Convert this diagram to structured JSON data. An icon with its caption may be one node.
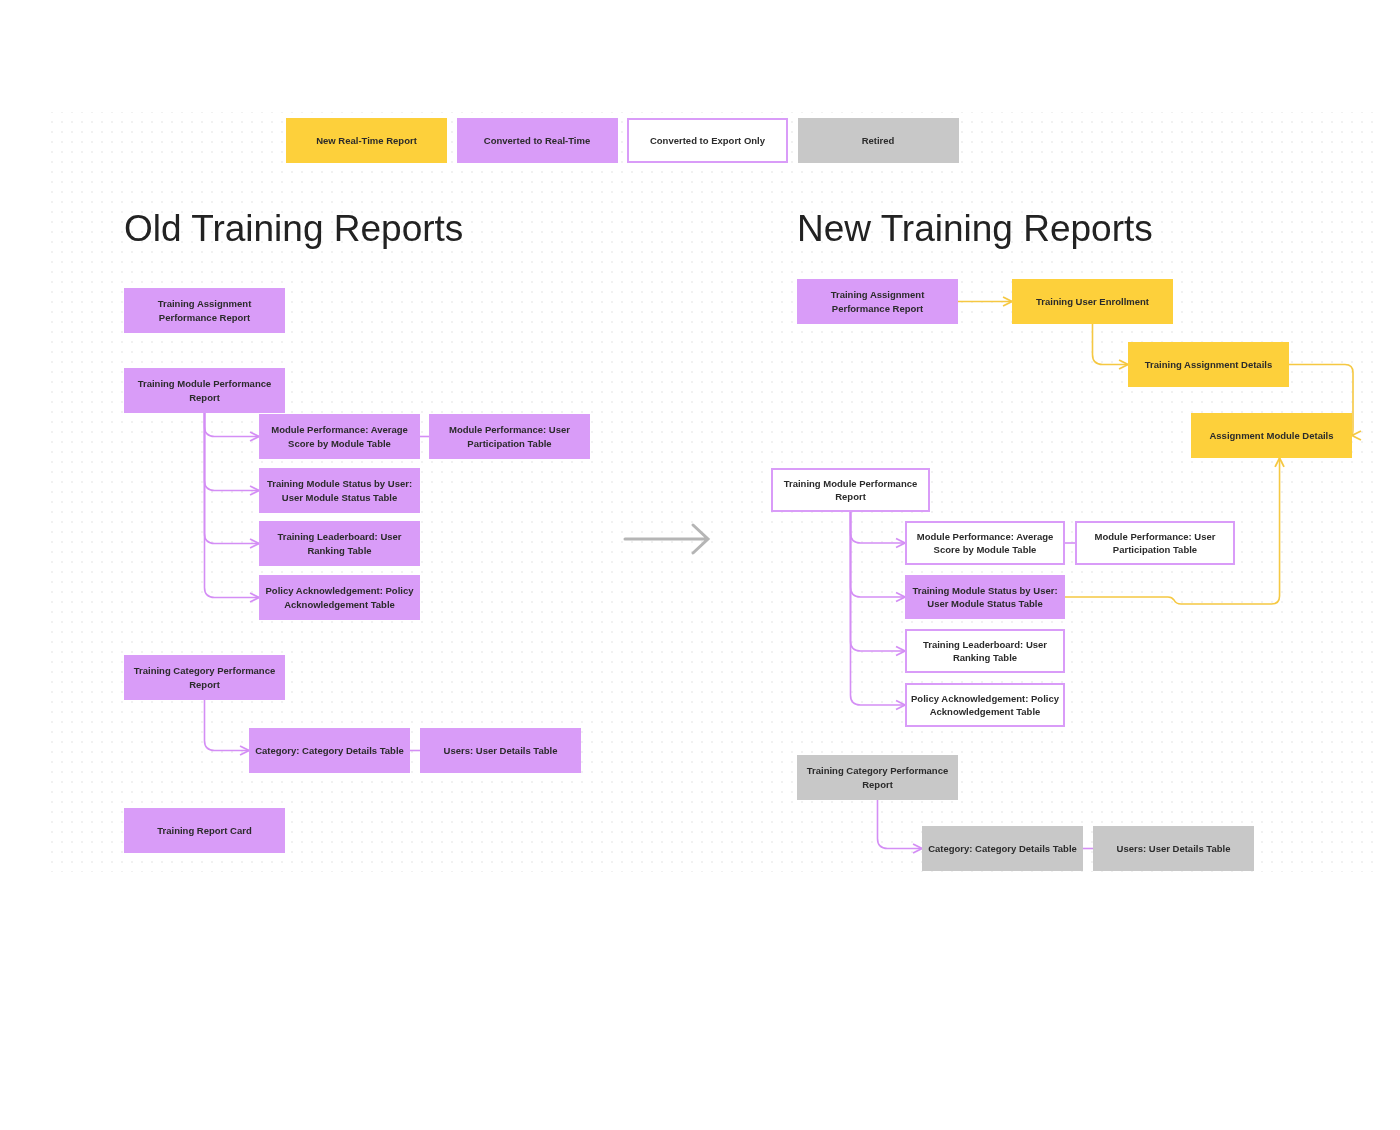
{
  "diagram": {
    "nodes": [
      {
        "text": [
          "Training Assignment Performance Report"
        ]
      },
      {
        "text": [
          "Training Module Performance Report"
        ]
      },
      {
        "text": [
          "Module Performance: Average Score by Module Table"
        ]
      },
      {
        "text": [
          "Module Performance: User Participation Table"
        ]
      },
      {
        "text": [
          "Training Module Status by User: User Module Status Table"
        ]
      },
      {
        "text": [
          "Training Leaderboard: User Ranking Table"
        ]
      },
      {
        "text": [
          "Policy Acknowledgement: Policy Acknowledgement Table"
        ]
      },
      {
        "text": [
          "Training Category Performance Report"
        ]
      },
      {
        "text": [
          "Category: Category Details Table"
        ]
      },
      {
        "text": [
          "Users: User Details Table"
        ]
      },
      {
        "text": [
          "Training Report Card"
        ]
      },
      {
        "text": [
          "Training Assignment Performance Report"
        ]
      },
      {
        "text": [
          "Training User Enrollment"
        ]
      },
      {
        "text": [
          "Training Assignment Details"
        ]
      },
      {
        "text": [
          "Assignment Module Details"
        ]
      },
      {
        "text": [
          "Training Module Performance Report"
        ]
      },
      {
        "text": [
          "Module Performance: Average Score by Module Table"
        ]
      },
      {
        "text": [
          "Module Performance: User Participation Table"
        ]
      },
      {
        "text": [
          "Training Module Status by User: User Module Status Table"
        ]
      },
      {
        "text": [
          "Training Leaderboard: User Ranking Table"
        ]
      },
      {
        "text": [
          "Policy Acknowledgement: Policy Acknowledgement Table"
        ]
      },
      {
        "text": [
          "Training Category Performance Report"
        ]
      },
      {
        "text": [
          "Category: Category Details Table"
        ]
      },
      {
        "text": [
          "Users: User Details Table"
        ]
      }
    ],
    "edges": [
      {
        "from": 1,
        "to": 2,
        "arrow": "to"
      },
      {
        "from": 1,
        "to": 4,
        "arrow": "to"
      },
      {
        "from": 1,
        "to": 5,
        "arrow": "to"
      },
      {
        "from": 1,
        "to": 6,
        "arrow": "to"
      },
      {
        "from": 2,
        "to": 3,
        "arrow": "none"
      },
      {
        "from": 7,
        "to": 8,
        "arrow": "to"
      },
      {
        "from": 8,
        "to": 9,
        "arrow": "none"
      },
      {
        "from": 11,
        "to": 12,
        "arrow": "to",
        "color": "#f5c842"
      },
      {
        "from": 12,
        "to": 13,
        "arrow": "to",
        "color": "#f5c842"
      },
      {
        "from": 13,
        "to": 14,
        "arrow": "to",
        "color": "#f5c842"
      },
      {
        "from": 18,
        "to": 14,
        "arrow": "to",
        "color": "#f5c842"
      },
      {
        "from": 15,
        "to": 16,
        "arrow": "to"
      },
      {
        "from": 15,
        "to": 18,
        "arrow": "to"
      },
      {
        "from": 15,
        "to": 19,
        "arrow": "to"
      },
      {
        "from": 15,
        "to": 20,
        "arrow": "to"
      },
      {
        "from": 16,
        "to": 17,
        "arrow": "none"
      },
      {
        "from": 21,
        "to": 22,
        "arrow": "to"
      },
      {
        "from": 22,
        "to": 23,
        "arrow": "none"
      }
    ],
    "labels": [
      "Old Training Reports",
      "New Training Reports"
    ],
    "legend": [
      {
        "text": "New Real-Time Report",
        "color": "#fdd03b"
      },
      {
        "text": "Converted to Real-Time",
        "color": "#d99cf8"
      },
      {
        "text": "Converted to Export Only",
        "color": "#ffffff"
      },
      {
        "text": "Retired",
        "color": "#c8c8c8"
      }
    ]
  }
}
